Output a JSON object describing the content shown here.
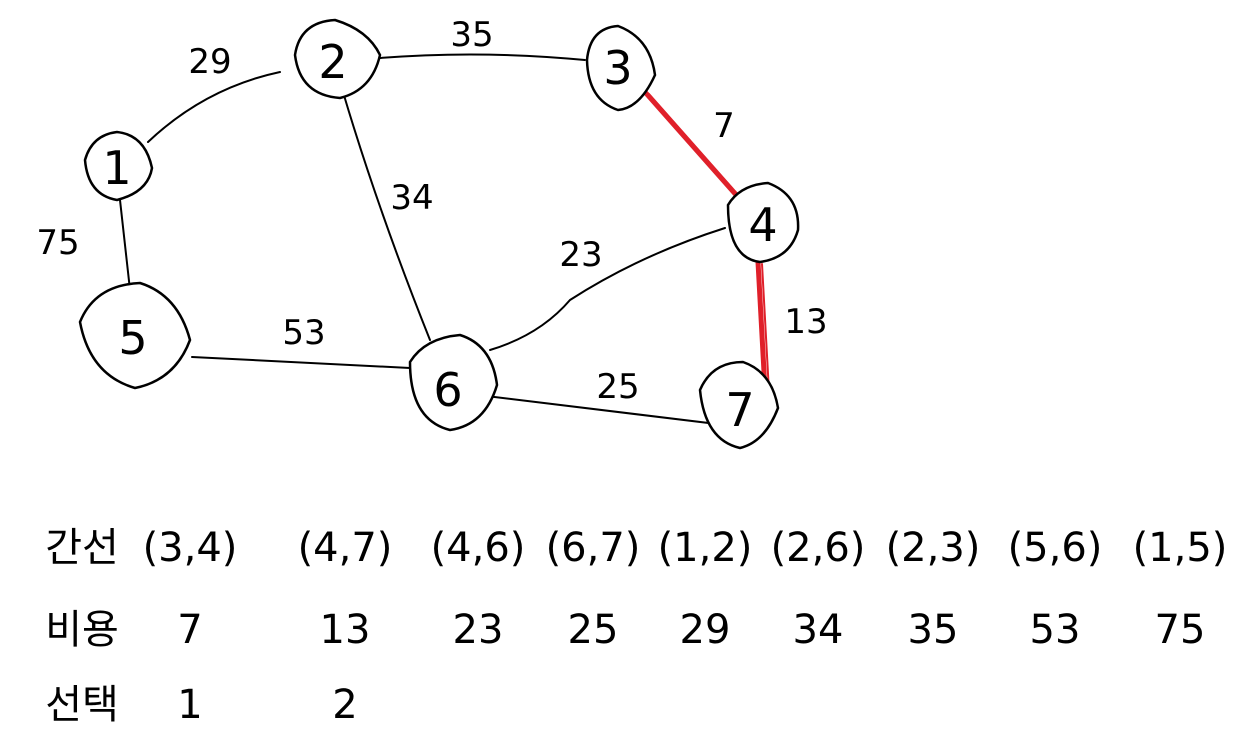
{
  "colors": {
    "ink": "#000000",
    "highlight": "#e0202a",
    "background": "#ffffff"
  },
  "graph": {
    "nodes": [
      {
        "id": "1",
        "label": "1"
      },
      {
        "id": "2",
        "label": "2"
      },
      {
        "id": "3",
        "label": "3"
      },
      {
        "id": "4",
        "label": "4"
      },
      {
        "id": "5",
        "label": "5"
      },
      {
        "id": "6",
        "label": "6"
      },
      {
        "id": "7",
        "label": "7"
      }
    ],
    "edges": [
      {
        "from": "1",
        "to": "2",
        "weight": "29",
        "selected": false
      },
      {
        "from": "2",
        "to": "3",
        "weight": "35",
        "selected": false
      },
      {
        "from": "2",
        "to": "6",
        "weight": "34",
        "selected": false
      },
      {
        "from": "3",
        "to": "4",
        "weight": "7",
        "selected": true
      },
      {
        "from": "1",
        "to": "5",
        "weight": "75",
        "selected": false
      },
      {
        "from": "5",
        "to": "6",
        "weight": "53",
        "selected": false
      },
      {
        "from": "6",
        "to": "4",
        "weight": "23",
        "selected": false
      },
      {
        "from": "6",
        "to": "7",
        "weight": "25",
        "selected": false
      },
      {
        "from": "4",
        "to": "7",
        "weight": "13",
        "selected": true
      }
    ]
  },
  "table": {
    "row_labels": {
      "edge": "간선",
      "cost": "비용",
      "select": "선택"
    },
    "columns": [
      {
        "edge": "(3,4)",
        "cost": "7",
        "select": "1"
      },
      {
        "edge": "(4,7)",
        "cost": "13",
        "select": "2"
      },
      {
        "edge": "(4,6)",
        "cost": "23",
        "select": ""
      },
      {
        "edge": "(6,7)",
        "cost": "25",
        "select": ""
      },
      {
        "edge": "(1,2)",
        "cost": "29",
        "select": ""
      },
      {
        "edge": "(2,6)",
        "cost": "34",
        "select": ""
      },
      {
        "edge": "(2,3)",
        "cost": "35",
        "select": ""
      },
      {
        "edge": "(5,6)",
        "cost": "53",
        "select": ""
      },
      {
        "edge": "(1,5)",
        "cost": "75",
        "select": ""
      }
    ]
  }
}
